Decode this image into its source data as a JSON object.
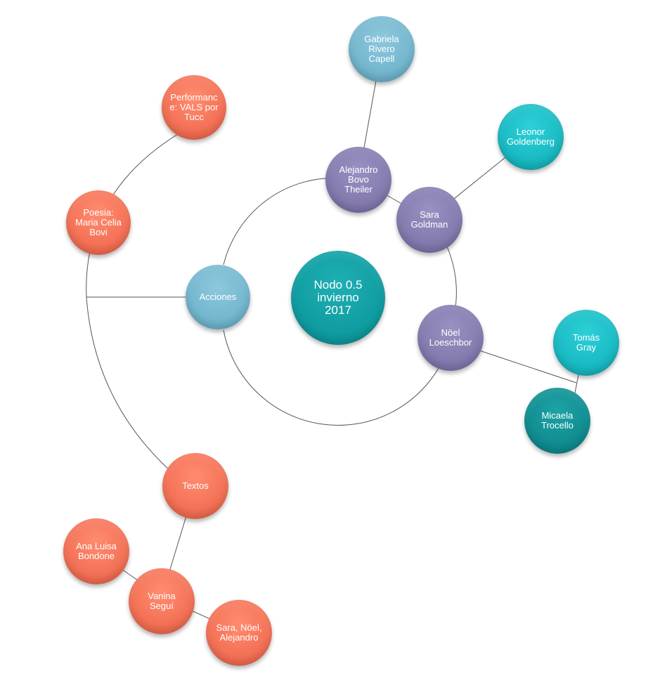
{
  "center": "Nodo 0.5\ninvierno\n2017",
  "acciones": "Acciones",
  "performance": "Performanc\ne: VALS por\nTucc",
  "poesia": "Poesia:\nMaria Celia\nBovi",
  "textos": "Textos",
  "ana": "Ana Luisa\nBondone",
  "vanina": "Vanina\nSeguí",
  "sara_noel": "Sara, Nöel,\nAlejandro",
  "alejandro": "Alejandro\nBovo\nTheiler",
  "gabriela": "Gabriela\nRivero\nCapell",
  "sara": "Sara\nGoldman",
  "leonor": "Leonor\nGoldenberg",
  "noel": "Nöel\nLoeschbor",
  "tomas": "Tomás\nGray",
  "micaela": "Micaela\nTrocello",
  "colors": {
    "coral": "#f26d52",
    "blue": "#6fb4cc",
    "purple": "#8177ac",
    "cyan": "#16b7c0",
    "teal": "#0e8a8e",
    "line": "#555555"
  }
}
